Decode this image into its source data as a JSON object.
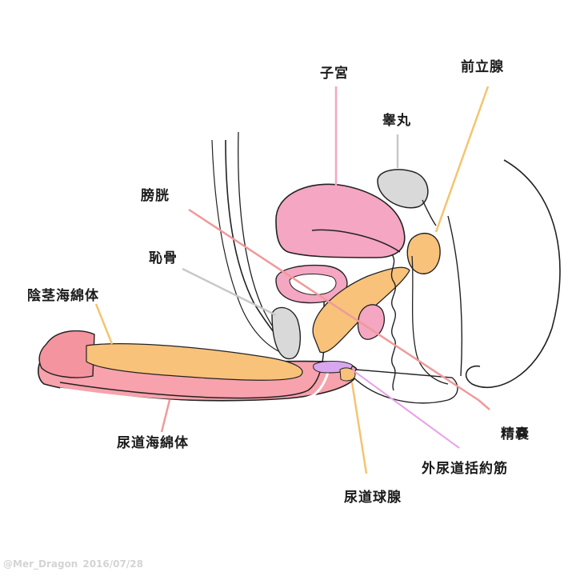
{
  "labels": {
    "uterus": "子宮",
    "prostate": "前立腺",
    "testis": "睾丸",
    "bladder": "膀胱",
    "pubic_bone": "恥骨",
    "corpus_cavernosum": "陰茎海綿体",
    "corpus_spongiosum": "尿道海綿体",
    "seminal_vesicle": "精嚢",
    "external_urethral_sphincter": "外尿道括約筋",
    "bulbourethral_gland": "尿道球腺"
  },
  "watermark": {
    "author": "@Mer_Dragon",
    "date": "2016/07/28"
  },
  "colors": {
    "outline": "#222222",
    "uterus_pink": "#f4a6c2",
    "penile_pink": "#f7a2ac",
    "orange": "#f8c27a",
    "gray": "#d9d9d9",
    "purple": "#d9a7ee",
    "leader_red": "#ef9a9a",
    "leader_pink": "#f6a5c0",
    "leader_orange": "#f5c470",
    "leader_gray": "#c8c8c8",
    "leader_purple": "#e89ee8"
  }
}
